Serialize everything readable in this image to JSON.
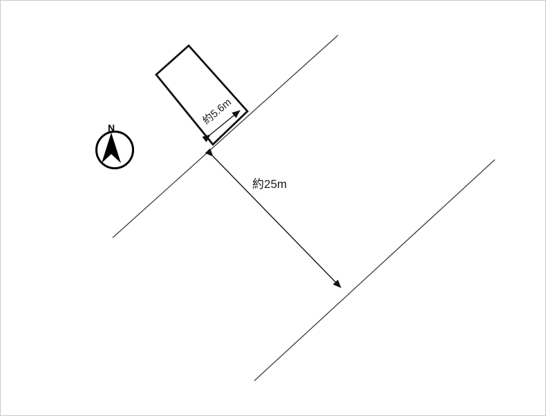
{
  "diagram": {
    "type": "land-plot-survey-sketch",
    "compass": {
      "north_label": "N"
    },
    "dimensions": {
      "frontage_label": "約5.6m",
      "depth_label": "約25m"
    },
    "colors": {
      "background": "#ffffff",
      "frame_border": "#c9c9c9",
      "plot_outline": "#111111",
      "road_line": "#3a3a3a",
      "text": "#1a1a1a"
    }
  }
}
